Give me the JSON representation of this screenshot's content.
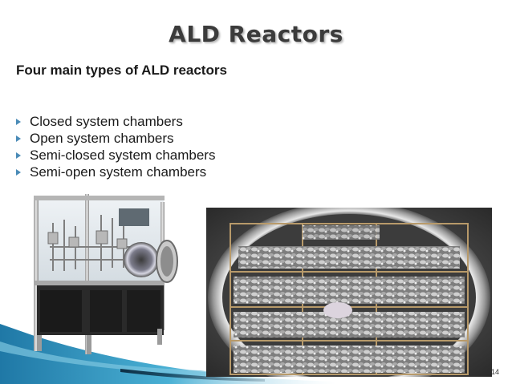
{
  "slide": {
    "title": "ALD Reactors",
    "subtitle": "Four main types of ALD reactors",
    "bullets": [
      "Closed system chambers",
      "Open system chambers",
      "Semi-closed system chambers",
      "Semi-open system chambers"
    ],
    "page_number": "14"
  },
  "images": {
    "left": "ald-reactor-machine-photo",
    "right": "ald-reactor-chamber-with-trays-photo"
  },
  "colors": {
    "bullet_marker": "#4a8bb7",
    "title_text": "#3b3b3b",
    "decor_teal": "#2a8bb0",
    "decor_dark": "#0d2f45"
  }
}
